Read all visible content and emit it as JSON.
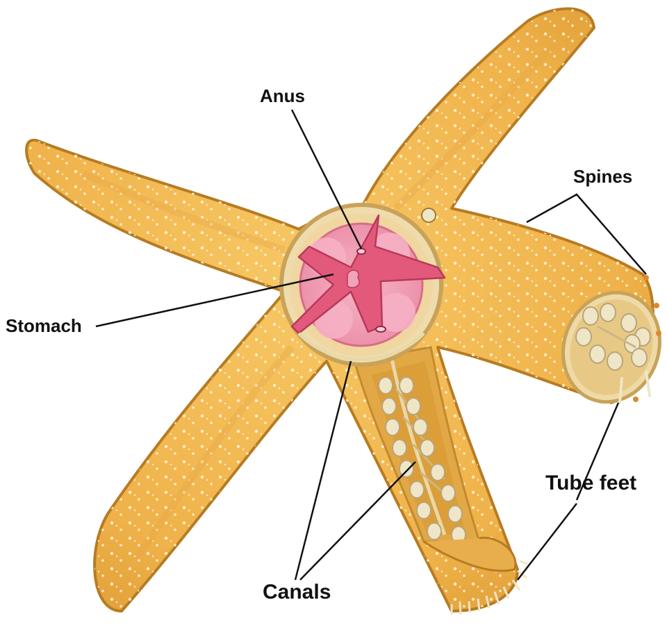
{
  "diagram": {
    "labels": {
      "anus": "Anus",
      "spines": "Spines",
      "stomach": "Stomach",
      "tube_feet": "Tube feet",
      "canals": "Canals"
    }
  },
  "colors": {
    "body": "#f2bb55",
    "body_shade": "#d99a35",
    "body_outline": "#b77b22",
    "dots": "#fff6dc",
    "stomach": "#e2597c",
    "stomach_light": "#f5a9bf",
    "tube_foot": "#efe6c8",
    "leader_line": "#111111"
  }
}
